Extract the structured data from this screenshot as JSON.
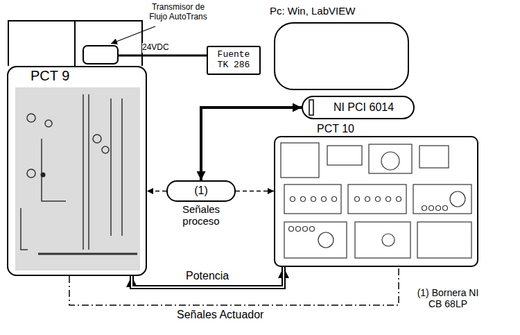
{
  "diagram": {
    "nodes": [
      {
        "text": [
          "PCT 9"
        ]
      },
      {
        "text": [
          "Fuente TK 286"
        ]
      },
      {
        "text": [
          "Pc: Win, LabVIEW"
        ]
      },
      {
        "text": [
          "NI PCI 6014"
        ]
      },
      {
        "text": [
          "PCT 10"
        ]
      },
      {
        "text": [
          "(1)"
        ]
      }
    ],
    "edges": [
      {
        "from": 3,
        "to": 5,
        "arrow": "both"
      },
      {
        "from": 5,
        "to": 0,
        "arrow": "to"
      },
      {
        "from": 5,
        "to": 4,
        "arrow": "to"
      },
      {
        "from": 0,
        "to": 4,
        "label": "Potencia",
        "arrow": "both"
      },
      {
        "from": 0,
        "to": 4,
        "label": "Señales Actuador",
        "arrow": "none"
      }
    ],
    "labels": [
      "Transmisor de Flujo AutoTrans",
      "24VDC",
      "Señales proceso",
      "(1) Bornera NI CB 68LP"
    ]
  }
}
